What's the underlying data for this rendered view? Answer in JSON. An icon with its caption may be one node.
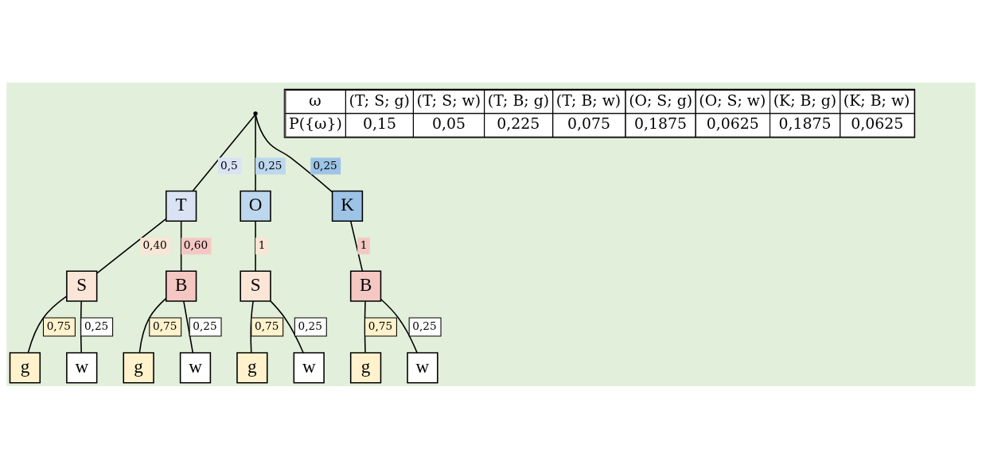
{
  "diagram": {
    "nodes": [
      {
        "text": [],
        "shape": "point"
      },
      {
        "text": [
          "T"
        ]
      },
      {
        "text": [
          "O"
        ]
      },
      {
        "text": [
          "K"
        ]
      },
      {
        "text": [
          "S"
        ]
      },
      {
        "text": [
          "B"
        ]
      },
      {
        "text": [
          "S"
        ]
      },
      {
        "text": [
          "B"
        ]
      },
      {
        "text": [
          "g"
        ]
      },
      {
        "text": [
          "w"
        ]
      },
      {
        "text": [
          "g"
        ]
      },
      {
        "text": [
          "w"
        ]
      },
      {
        "text": [
          "g"
        ]
      },
      {
        "text": [
          "w"
        ]
      },
      {
        "text": [
          "g"
        ]
      },
      {
        "text": [
          "w"
        ]
      }
    ],
    "edges": [
      {
        "from": 0,
        "to": 1,
        "arrow": "none",
        "label": "0,5"
      },
      {
        "from": 0,
        "to": 2,
        "arrow": "none",
        "label": "0,25"
      },
      {
        "from": 0,
        "to": 3,
        "arrow": "none",
        "label": "0,25"
      },
      {
        "from": 1,
        "to": 4,
        "arrow": "none",
        "label": "0,40"
      },
      {
        "from": 1,
        "to": 5,
        "arrow": "none",
        "label": "0,60"
      },
      {
        "from": 2,
        "to": 6,
        "arrow": "none",
        "label": "1"
      },
      {
        "from": 3,
        "to": 7,
        "arrow": "none",
        "label": "1"
      },
      {
        "from": 4,
        "to": 8,
        "arrow": "none",
        "label": "0,75"
      },
      {
        "from": 4,
        "to": 9,
        "arrow": "none",
        "label": "0,25"
      },
      {
        "from": 5,
        "to": 10,
        "arrow": "none",
        "label": "0,75"
      },
      {
        "from": 5,
        "to": 11,
        "arrow": "none",
        "label": "0,25"
      },
      {
        "from": 6,
        "to": 12,
        "arrow": "none",
        "label": "0,75"
      },
      {
        "from": 6,
        "to": 13,
        "arrow": "none",
        "label": "0,25"
      },
      {
        "from": 7,
        "to": 14,
        "arrow": "none",
        "label": "0,75"
      },
      {
        "from": 7,
        "to": 15,
        "arrow": "none",
        "label": "0,25"
      }
    ],
    "labels": [
      "ω",
      "(T; S; g)",
      "(T; S; w)",
      "(T; B; g)",
      "(T; B; w)",
      "(O; S; g)",
      "(O; S; w)",
      "(K; B; g)",
      "(K; B; w)",
      "P({ω})",
      "0,15",
      "0,05",
      "0,225",
      "0,075",
      "0,1875",
      "0,0625",
      "0,1875",
      "0,0625"
    ]
  }
}
